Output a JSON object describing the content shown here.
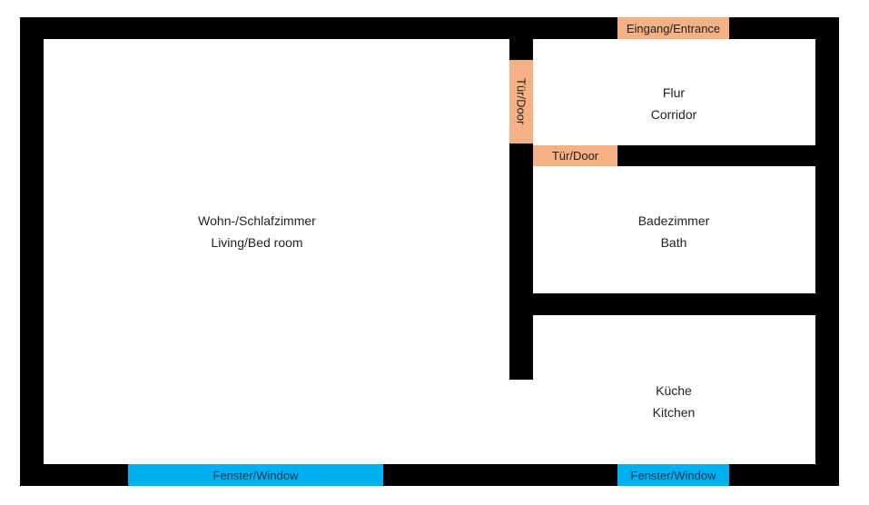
{
  "rooms": {
    "living": {
      "de": "Wohn-/Schlafzimmer",
      "en": "Living/Bed room"
    },
    "corridor": {
      "de": "Flur",
      "en": "Corridor"
    },
    "bath": {
      "de": "Badezimmer",
      "en": "Bath"
    },
    "kitchen": {
      "de": "Küche",
      "en": "Kitchen"
    }
  },
  "openings": {
    "entrance": "Eingang/Entrance",
    "door_living": "Tür/Door",
    "door_bath": "Tür/Door",
    "window_living": "Fenster/Window",
    "window_kitchen": "Fenster/Window"
  },
  "colors": {
    "wall": "#000000",
    "door": "#F4B183",
    "window": "#00B0F0"
  }
}
